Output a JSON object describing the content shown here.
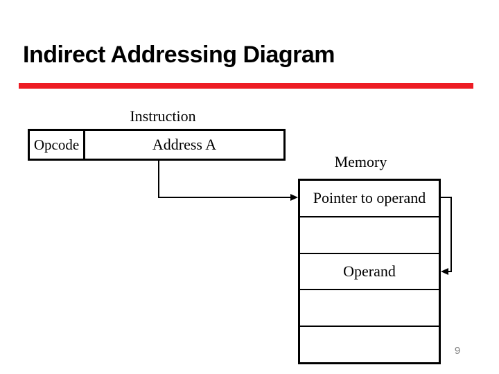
{
  "slide": {
    "title": "Indirect Addressing Diagram",
    "accent_color": "#ED1C24",
    "page_number": "9"
  },
  "diagram": {
    "instruction_label": "Instruction",
    "instruction_fields": {
      "opcode": "Opcode",
      "address": "Address A"
    },
    "memory_label": "Memory",
    "memory_cells": [
      "Pointer to operand",
      "",
      "Operand",
      "",
      ""
    ],
    "arrows": [
      {
        "name": "address-to-pointer",
        "description": "Address A field points to the memory cell holding the pointer to operand"
      },
      {
        "name": "pointer-to-operand",
        "description": "Pointer cell refers to the memory cell holding the operand"
      }
    ]
  }
}
